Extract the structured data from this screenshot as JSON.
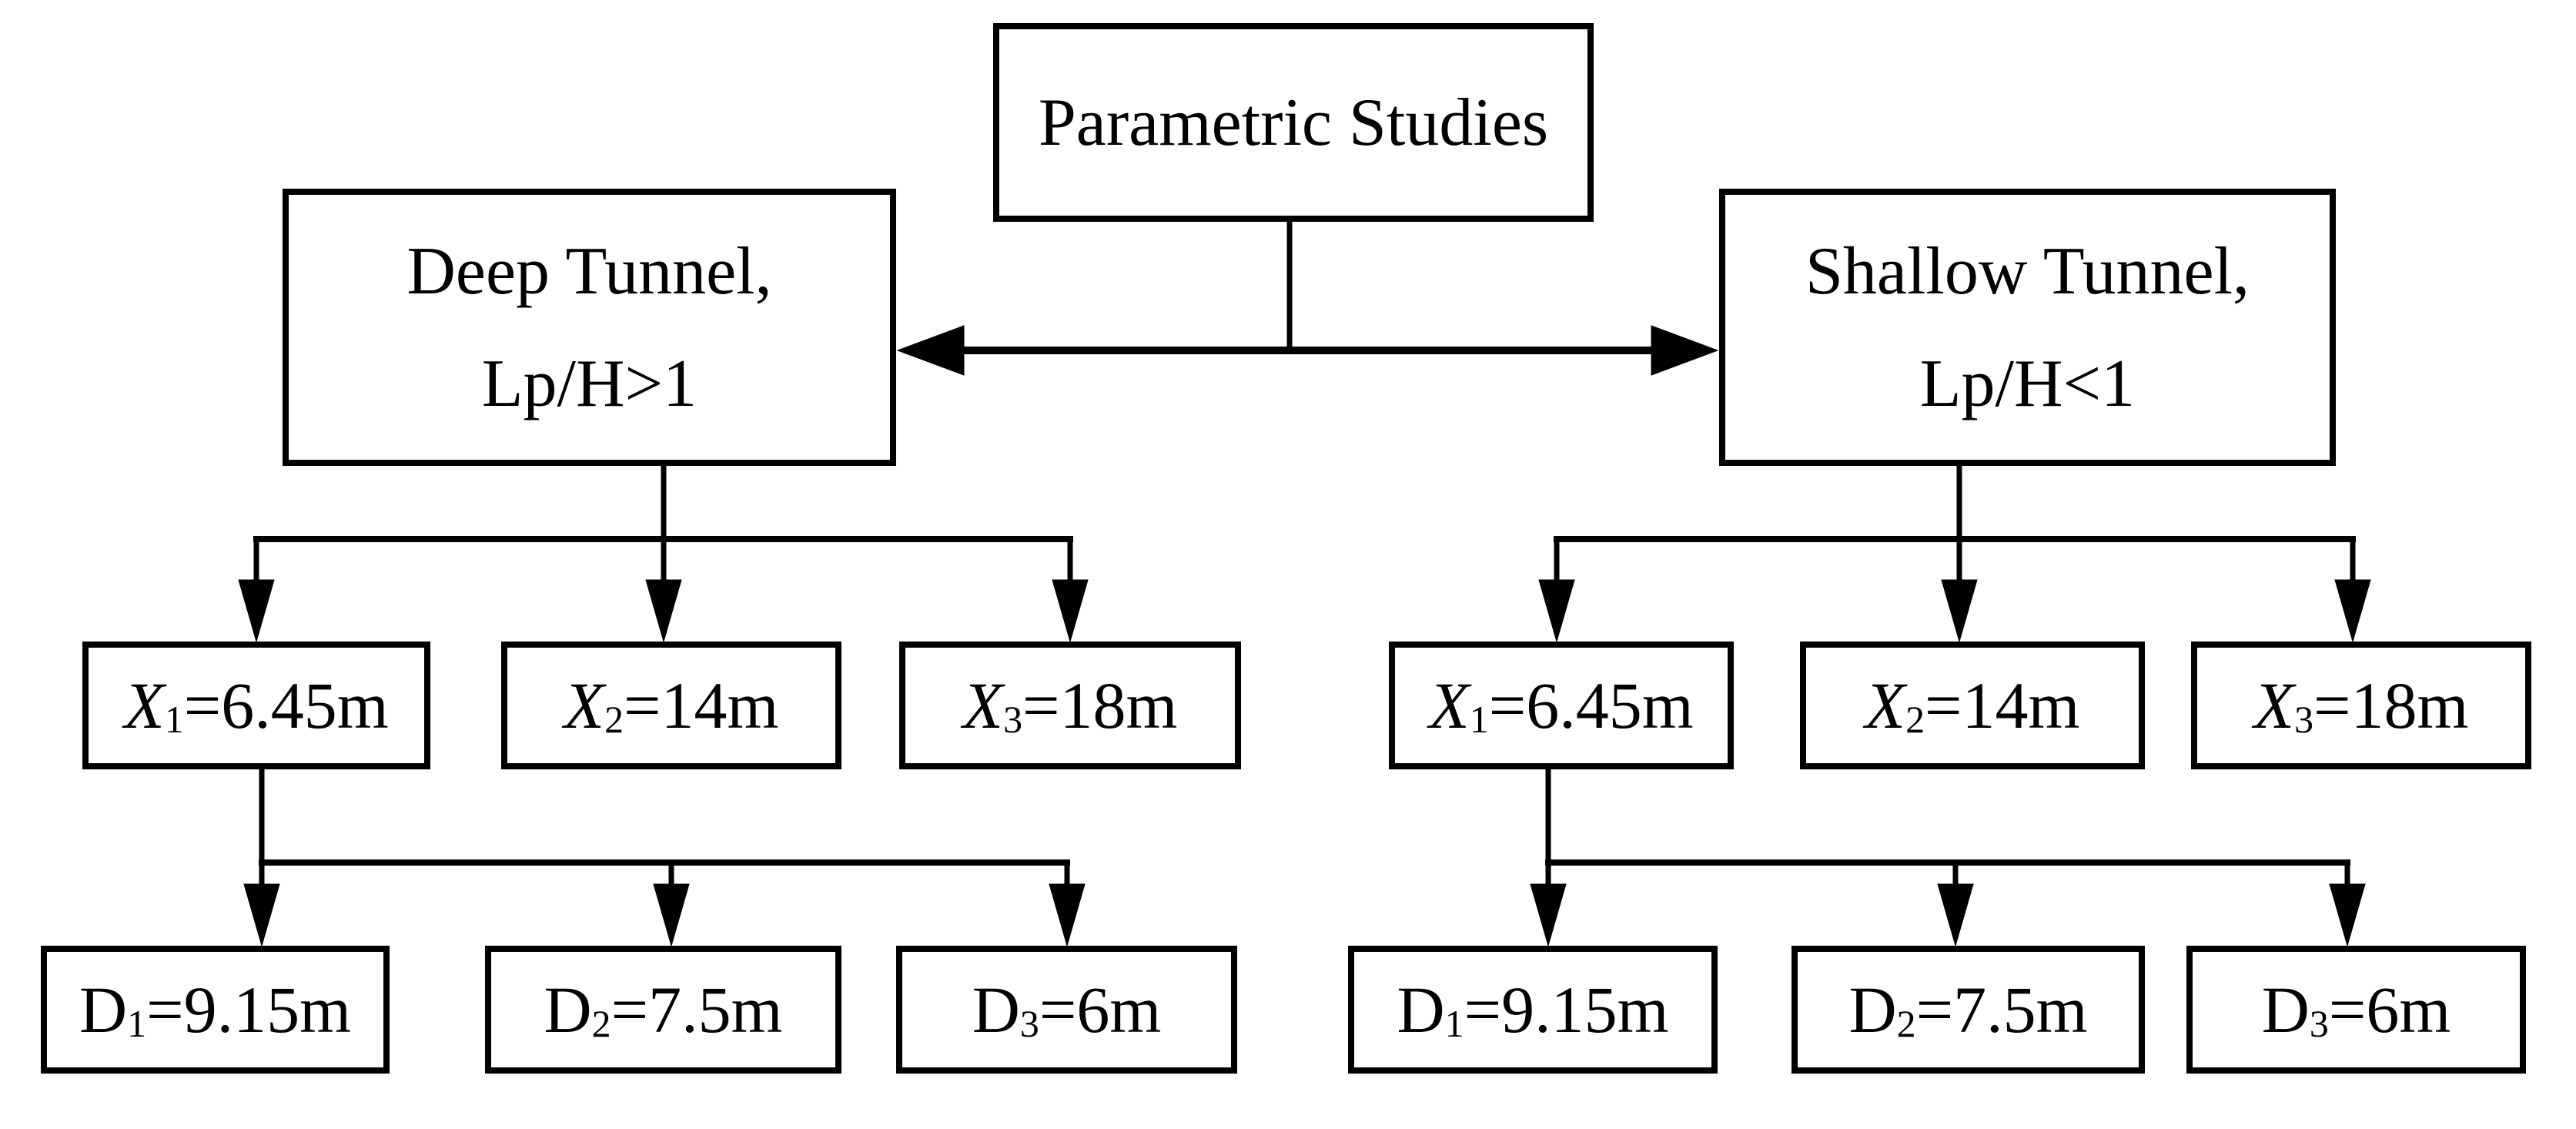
{
  "diagram": {
    "background_color": "#ffffff",
    "line_color": "#000000",
    "root": {
      "label": "Parametric Studies"
    },
    "deep": {
      "title_line1": "Deep Tunnel,",
      "title_line2": "Lp/H>1",
      "x1": {
        "base": "X",
        "sub": "1",
        "rest": "=6.45m"
      },
      "x2": {
        "base": "X",
        "sub": "2",
        "rest": "=14m"
      },
      "x3": {
        "base": "X",
        "sub": "3",
        "rest": "=18m"
      },
      "d1": {
        "base": "D",
        "sub": "1",
        "rest": "=9.15m"
      },
      "d2": {
        "base": "D",
        "sub": "2",
        "rest": "=7.5m"
      },
      "d3": {
        "base": "D",
        "sub": "3",
        "rest": "=6m"
      }
    },
    "shallow": {
      "title_line1": "Shallow Tunnel,",
      "title_line2": "Lp/H<1",
      "x1": {
        "base": "X",
        "sub": "1",
        "rest": "=6.45m"
      },
      "x2": {
        "base": "X",
        "sub": "2",
        "rest": "=14m"
      },
      "x3": {
        "base": "X",
        "sub": "3",
        "rest": "=18m"
      },
      "d1": {
        "base": "D",
        "sub": "1",
        "rest": "=9.15m"
      },
      "d2": {
        "base": "D",
        "sub": "2",
        "rest": "=7.5m"
      },
      "d3": {
        "base": "D",
        "sub": "3",
        "rest": "=6m"
      }
    }
  }
}
